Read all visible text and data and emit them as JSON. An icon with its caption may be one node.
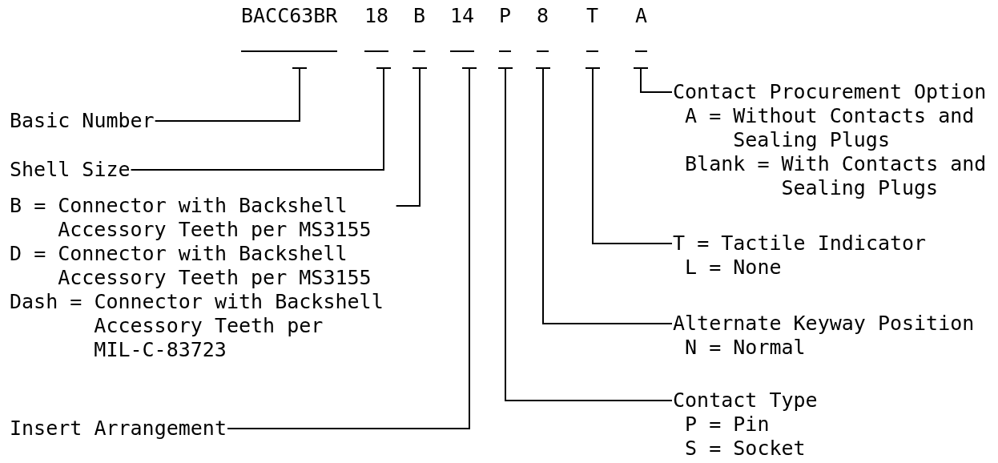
{
  "diagram": {
    "nodes": [
      {
        "text": [
          "BACC63BR"
        ]
      },
      {
        "text": [
          "18"
        ]
      },
      {
        "text": [
          "B"
        ]
      },
      {
        "text": [
          "14"
        ]
      },
      {
        "text": [
          "P"
        ]
      },
      {
        "text": [
          "8"
        ]
      },
      {
        "text": [
          "T"
        ]
      },
      {
        "text": [
          "A"
        ]
      },
      {
        "text": [
          "Contact Procurement Option",
          "A = Without Contacts and Sealing Plugs",
          "Blank = With Contacts and Sealing Plugs"
        ]
      },
      {
        "text": [
          "Basic Number"
        ]
      },
      {
        "text": [
          "Shell Size"
        ]
      },
      {
        "text": [
          "B = Connector with Backshell Accessory Teeth per MS3155",
          "D = Connector with Backshell Accessory Teeth per MS3155",
          "Dash = Connector with Backshell Accessory Teeth per MIL-C-83723"
        ]
      },
      {
        "text": [
          "T = Tactile Indicator",
          "L = None"
        ]
      },
      {
        "text": [
          "Alternate Keyway Position",
          "N = Normal"
        ]
      },
      {
        "text": [
          "Contact Type",
          "P = Pin",
          "S = Socket"
        ]
      },
      {
        "text": [
          "Insert Arrangement"
        ]
      }
    ],
    "edges": [
      {
        "from": 0,
        "to": 9,
        "arrow": "other"
      },
      {
        "from": 1,
        "to": 10,
        "arrow": "other"
      },
      {
        "from": 2,
        "to": 11,
        "arrow": "other"
      },
      {
        "from": 3,
        "to": 15,
        "arrow": "other"
      },
      {
        "from": 4,
        "to": 14,
        "arrow": "other"
      },
      {
        "from": 5,
        "to": 13,
        "arrow": "other"
      },
      {
        "from": 6,
        "to": 12,
        "arrow": "other"
      },
      {
        "from": 7,
        "to": 8,
        "arrow": "other"
      }
    ]
  }
}
